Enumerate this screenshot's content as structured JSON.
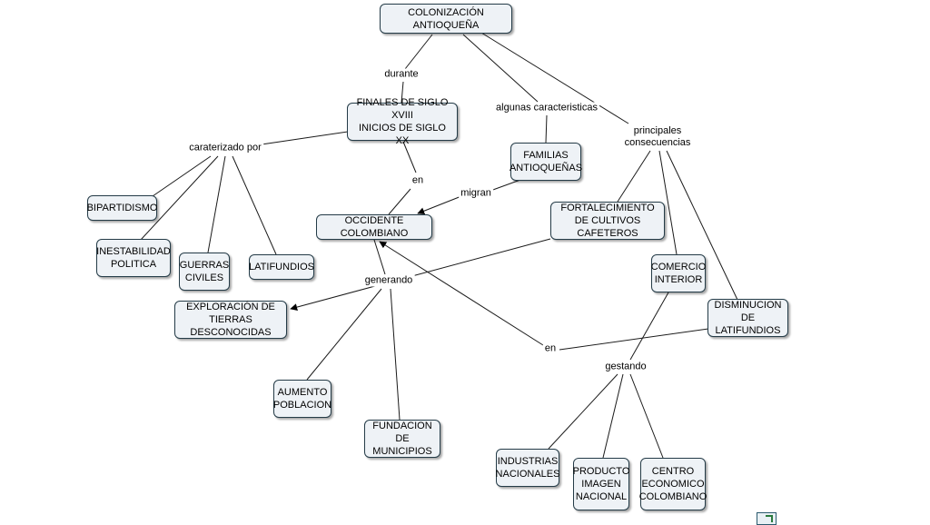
{
  "nodes": {
    "colonizacion": "COLONIZACIÓN ANTIOQUEÑA",
    "finales": "FINALES DE SIGLO XVIII\nINICIOS DE SIGLO XX",
    "familias": "FAMILIAS\nANTIOQUEÑAS",
    "occidente": "OCCIDENTE COLOMBIANO",
    "bipartidismo": "BIPARTIDISMO",
    "inestabilidad": "INESTABILIDAD\nPOLITICA",
    "guerras": "GUERRAS\nCIVILES",
    "latifundios": "LATIFUNDIOS",
    "fortalecimiento": "FORTALECIMIENTO\nDE CULTIVOS CAFETEROS",
    "comercio": "COMERCIO\nINTERIOR",
    "disminucion": "DISMINUCION DE\nLATIFUNDIOS",
    "exploracion": "EXPLORACIÓN DE\nTIERRAS DESCONOCIDAS",
    "aumento": "AUMENTO\nPOBLACION",
    "fundacion": "FUNDACION\nDE MUNICIPIOS",
    "industrias": "INDUSTRIAS\nNACIONALES",
    "producto": "PRODUCTO\nIMAGEN\nNACIONAL",
    "centro": "CENTRO\nECONOMICO\nCOLOMBIANO"
  },
  "links": {
    "durante": "durante",
    "algunas": "algunas caracteristicas",
    "principales": "principales\nconsecuencias",
    "caraterizado": "caraterizado por",
    "en1": "en",
    "migran": "migran",
    "generando": "generando",
    "en2": "en",
    "gestando": "gestando"
  }
}
